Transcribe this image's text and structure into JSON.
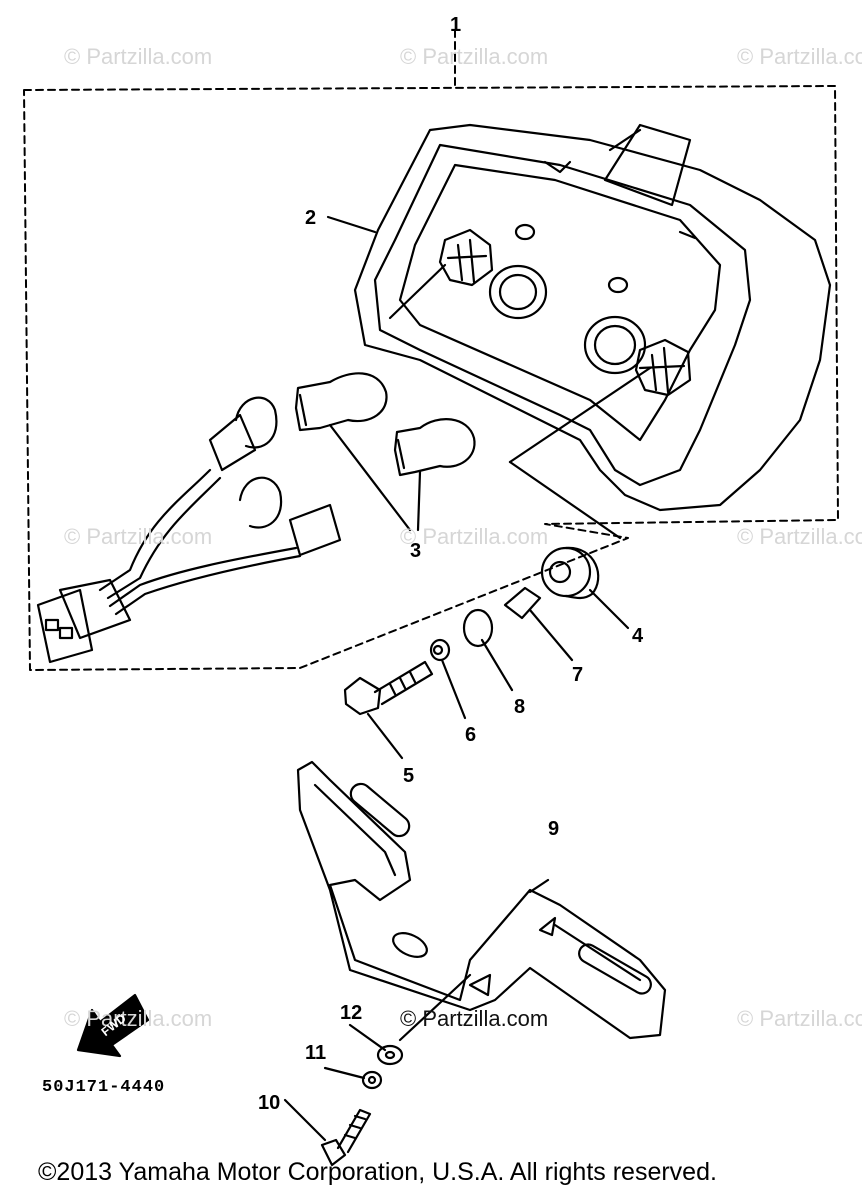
{
  "watermark": "© Partzilla.com",
  "center_watermark": "© Partzilla.com",
  "callouts": [
    "1",
    "2",
    "3",
    "4",
    "5",
    "6",
    "7",
    "8",
    "9",
    "10",
    "11",
    "12"
  ],
  "fwd_label": "FWD",
  "diagram_code": "50J171-4440",
  "copyright": "©2013 Yamaha Motor Corporation, U.S.A. All rights reserved."
}
